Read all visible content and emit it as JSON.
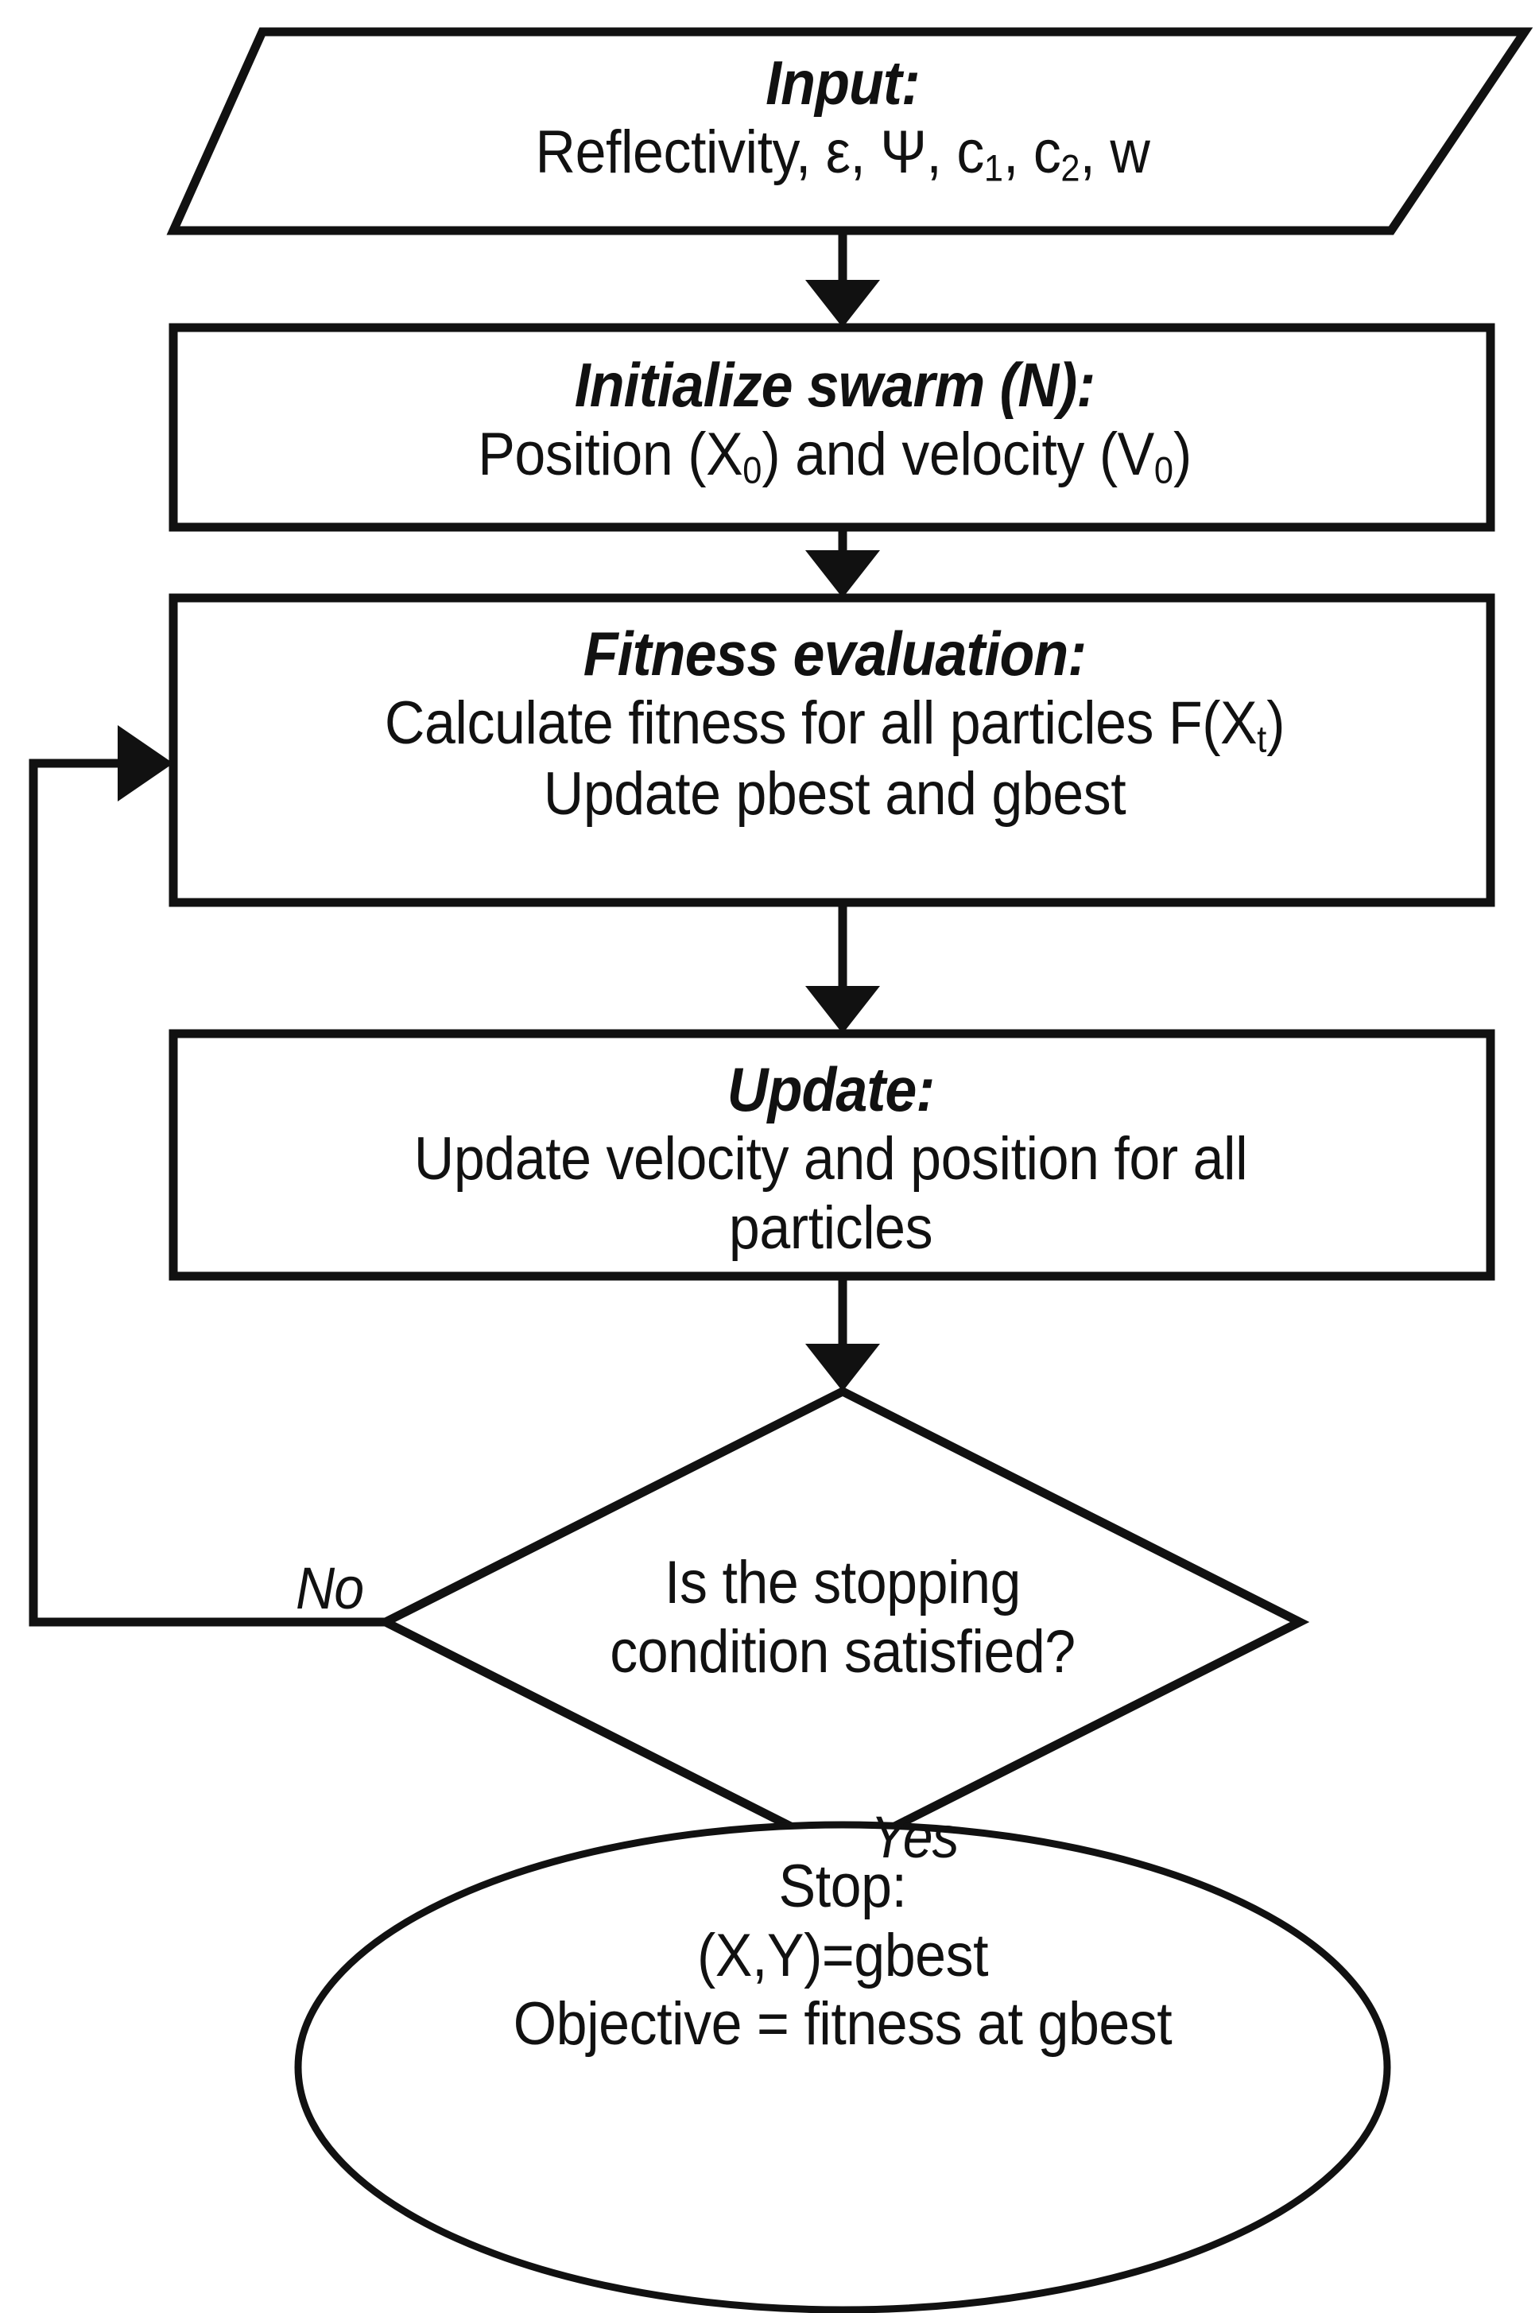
{
  "diagram": {
    "title": "Particle Swarm Optimization (PSO) flowchart",
    "stroke_color": "#111111",
    "fill_color": "#ffffff",
    "nodes": {
      "input": {
        "shape": "parallelogram",
        "header": "Input:",
        "line1": "Reflectivity, ε, Ψ, c",
        "sub1": "1",
        "line1b": ", c",
        "sub2": "2",
        "line1c": ", w"
      },
      "initialize": {
        "shape": "rectangle",
        "header": "Initialize swarm (N):",
        "line1a": "Position (X",
        "sub1": "0",
        "line1b": ") and velocity (V",
        "sub2": "0",
        "line1c": ")"
      },
      "fitness": {
        "shape": "rectangle",
        "header": "Fitness evaluation:",
        "line1a": "Calculate fitness for all particles F(X",
        "sub1": "t",
        "line1b": ")",
        "line2": "Update pbest and gbest"
      },
      "update": {
        "shape": "rectangle",
        "header": "Update:",
        "line1": "Update velocity and position for all",
        "line2": "particles"
      },
      "decision": {
        "shape": "diamond",
        "line1": "Is the stopping",
        "line2": "condition satisfied?"
      },
      "stop": {
        "shape": "ellipse",
        "header": "Stop:",
        "line1": "(X,Y)=gbest",
        "line2": "Objective = fitness at gbest"
      }
    },
    "edge_labels": {
      "no": "No",
      "yes": "Yes"
    }
  }
}
